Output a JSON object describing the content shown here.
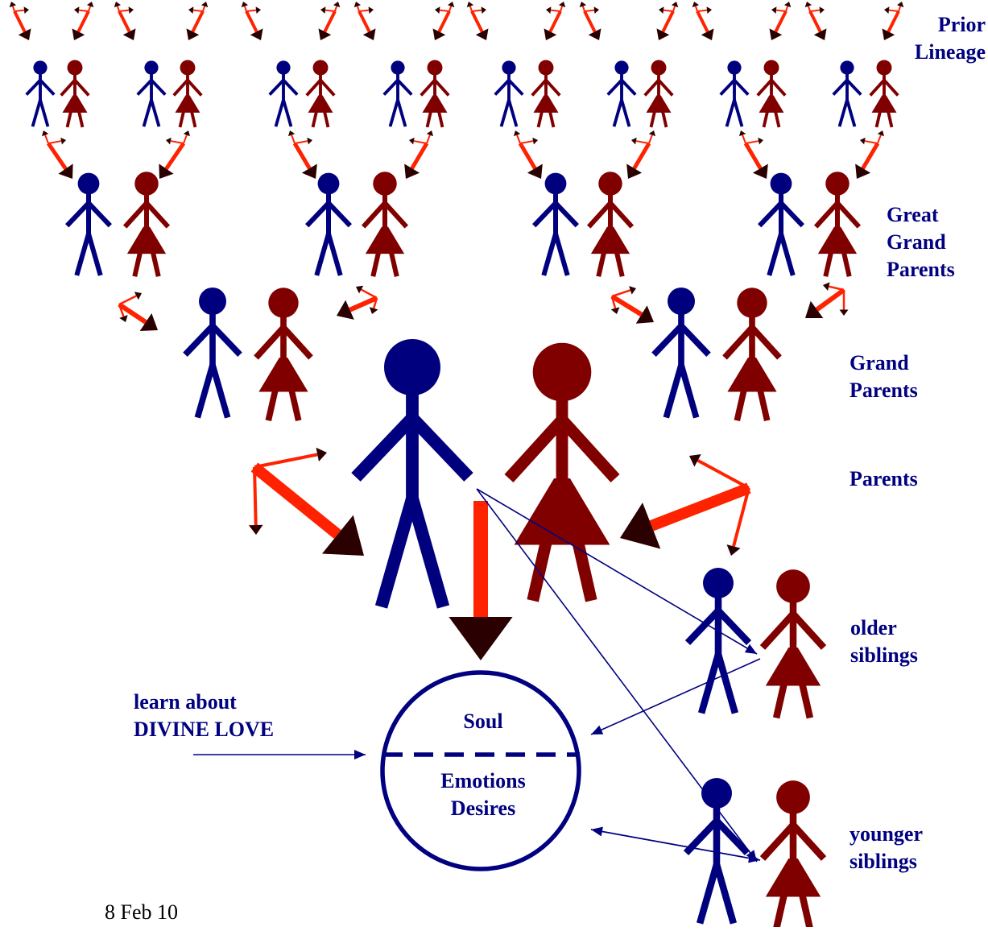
{
  "colors": {
    "male": "#00007f",
    "female": "#800000",
    "arrow_red": "#ff2200",
    "arrow_tip": "#2a0000",
    "label": "#000080",
    "line": "#000080"
  },
  "generations": {
    "prior_lineage": [
      "Prior",
      "Lineage"
    ],
    "great_grand_parents": [
      "Great",
      "Grand",
      "Parents"
    ],
    "grand_parents": [
      "Grand",
      "Parents"
    ],
    "parents": [
      "Parents"
    ],
    "older_siblings": [
      "older",
      "siblings"
    ],
    "younger_siblings": [
      "younger",
      "siblings"
    ]
  },
  "learn_label": [
    "learn about",
    "DIVINE LOVE"
  ],
  "circle": {
    "top": "Soul",
    "bottom": [
      "Emotions",
      "Desires"
    ]
  },
  "date": "8 Feb 10",
  "icons": [
    "male-figure-icon",
    "female-figure-icon",
    "red-arrow-icon"
  ]
}
